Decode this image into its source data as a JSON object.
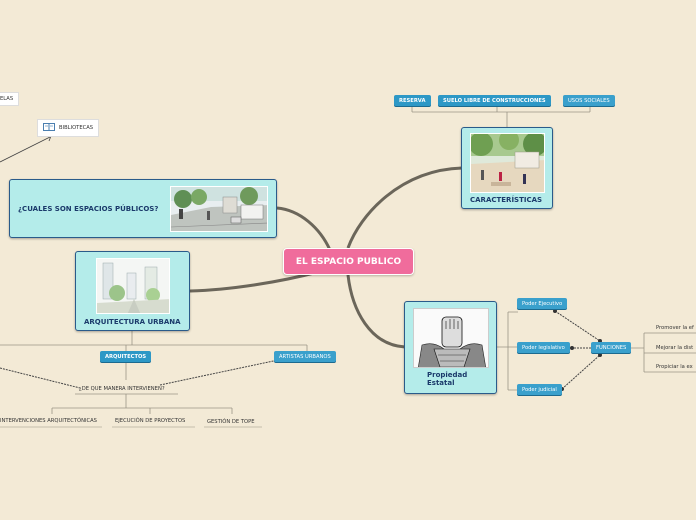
{
  "central": {
    "label": "EL ESPACIO PUBLICO"
  },
  "cards": {
    "espacios": {
      "title": "¿CUALES SON ESPACIOS PÚBLICOS?"
    },
    "arquitectura": {
      "title": "ARQUITECTURA URBANA"
    },
    "caracteristicas": {
      "title": "CARACTERÍSTICAS"
    },
    "propiedad": {
      "title_line1": "Propiedad",
      "title_line2": "Estatal"
    }
  },
  "caracteristicas_items": [
    "RESERVA",
    "SUELO LIBRE DE CONSTRUCCIONES",
    "USOS SOCIALES"
  ],
  "arquitectura_items": {
    "arquitectos": "ARQUITECTOS",
    "artistas": "ARTISTAS URBANOS",
    "pregunta": "¿DE QUE MANERA INTERVIENEN?",
    "respuestas": [
      "INTERVENCIONES ARQUITECTÓNICAS",
      "EJECUCIÓN DE PROYECTOS",
      "GESTIÓN DE TOPE"
    ]
  },
  "espacios_items": {
    "top_cut": "ELAS",
    "bibliotecas": "BIBLIOTECAS"
  },
  "poderes": [
    "Poder Ejecutivo",
    "Poder legislativo",
    "Poder judicial"
  ],
  "funciones": {
    "label": "FUNCIONES",
    "items": [
      "Promover la ef",
      "Mejorar la dist",
      "Propiciar la ex"
    ]
  },
  "colors": {
    "background": "#f3ead6",
    "central": "#f06c9c",
    "card": "#b4ecea",
    "card_border": "#2a5b8a",
    "pill": "#2d98c6",
    "branch": "#6b665a"
  },
  "icons": {
    "bibliotecas": "book-icon"
  }
}
